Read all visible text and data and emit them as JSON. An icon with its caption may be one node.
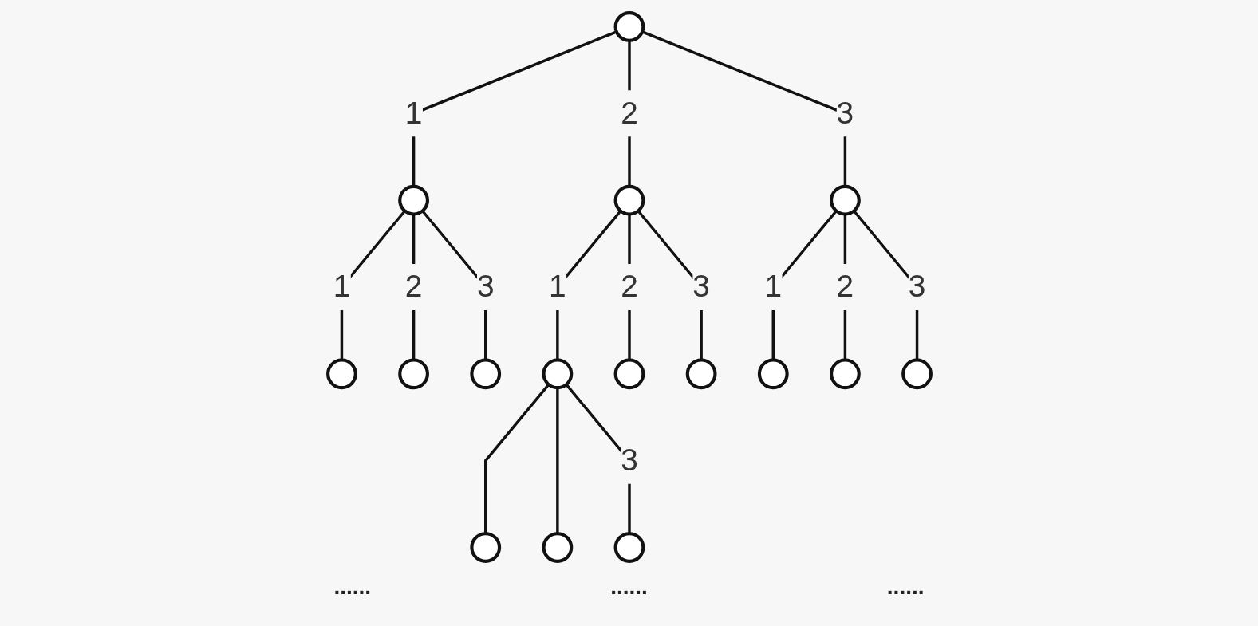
{
  "diagram": {
    "nodes": [
      {
        "text": [],
        "shape": "circle"
      },
      {
        "text": [],
        "shape": "circle"
      },
      {
        "text": [],
        "shape": "circle"
      },
      {
        "text": [],
        "shape": "circle"
      },
      {
        "text": [],
        "shape": "circle"
      },
      {
        "text": [],
        "shape": "circle"
      },
      {
        "text": [],
        "shape": "circle"
      },
      {
        "text": [],
        "shape": "circle"
      },
      {
        "text": [],
        "shape": "circle"
      },
      {
        "text": [],
        "shape": "circle"
      },
      {
        "text": [],
        "shape": "circle"
      },
      {
        "text": [],
        "shape": "circle"
      },
      {
        "text": [],
        "shape": "circle"
      },
      {
        "text": [],
        "shape": "circle"
      },
      {
        "text": [],
        "shape": "circle"
      },
      {
        "text": [],
        "shape": "circle"
      }
    ],
    "edges": [
      {
        "from": 0,
        "to": 1,
        "arrow": "none",
        "label": "1"
      },
      {
        "from": 0,
        "to": 2,
        "arrow": "none",
        "label": "2"
      },
      {
        "from": 0,
        "to": 3,
        "arrow": "none",
        "label": "3"
      },
      {
        "from": 1,
        "to": 4,
        "arrow": "none",
        "label": "1"
      },
      {
        "from": 1,
        "to": 5,
        "arrow": "none",
        "label": "2"
      },
      {
        "from": 1,
        "to": 6,
        "arrow": "none",
        "label": "3"
      },
      {
        "from": 2,
        "to": 7,
        "arrow": "none",
        "label": "1"
      },
      {
        "from": 2,
        "to": 8,
        "arrow": "none",
        "label": "2"
      },
      {
        "from": 2,
        "to": 9,
        "arrow": "none",
        "label": "3"
      },
      {
        "from": 3,
        "to": 10,
        "arrow": "none",
        "label": "1"
      },
      {
        "from": 3,
        "to": 11,
        "arrow": "none",
        "label": "2"
      },
      {
        "from": 3,
        "to": 12,
        "arrow": "none",
        "label": "3"
      },
      {
        "from": 7,
        "to": 13,
        "arrow": "none"
      },
      {
        "from": 7,
        "to": 14,
        "arrow": "none"
      },
      {
        "from": 7,
        "to": 15,
        "arrow": "none",
        "label": "3"
      }
    ],
    "labels": [
      "......",
      "......",
      "......"
    ]
  }
}
